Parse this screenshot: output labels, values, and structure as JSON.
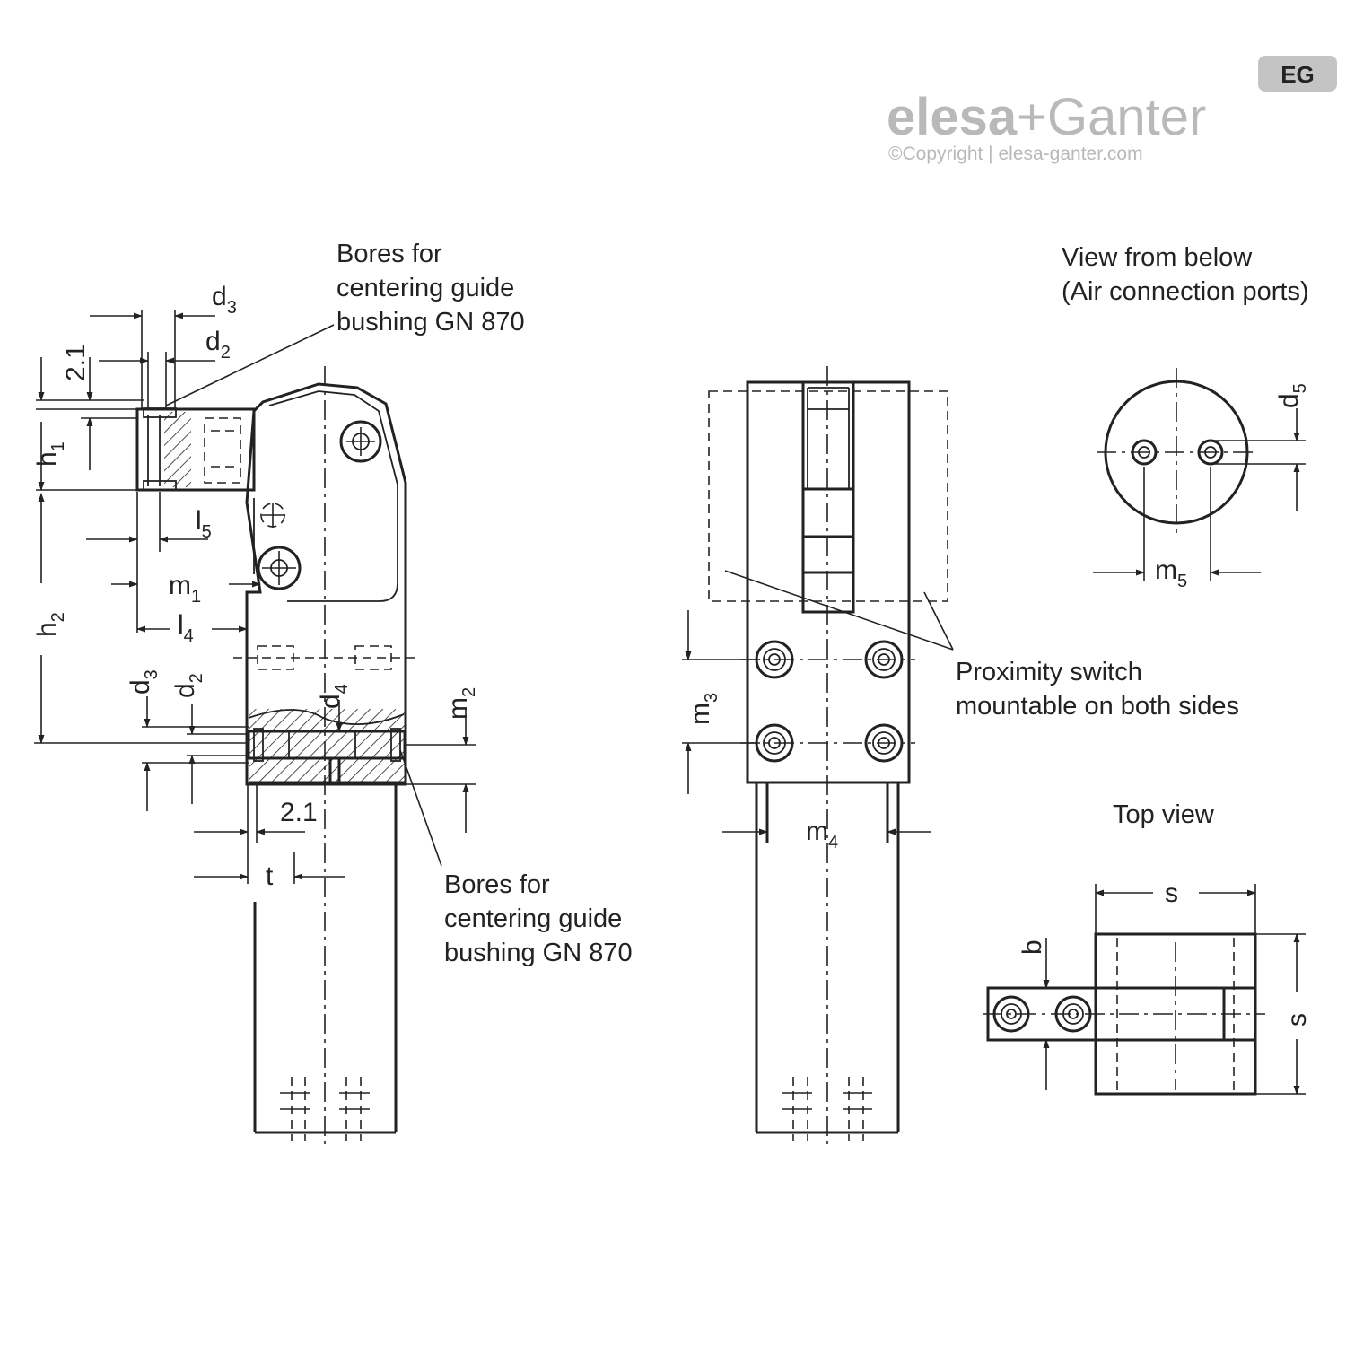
{
  "brand": {
    "badge": "EG",
    "name_left": "elesa",
    "plus": "+",
    "name_right": "Ganter",
    "copyright": "©Copyright | elesa-ganter.com"
  },
  "notes": {
    "bores_top": [
      "Bores for",
      "centering guide",
      "bushing GN 870"
    ],
    "bores_bottom": [
      "Bores for",
      "centering guide",
      "bushing GN 870"
    ],
    "view_below": [
      "View from below",
      "(Air connection ports)"
    ],
    "proximity": [
      "Proximity switch",
      "mountable on both sides"
    ],
    "top_view": "Top view"
  },
  "dims": {
    "d3_top": {
      "base": "d",
      "sub": "3"
    },
    "d2_top": {
      "base": "d",
      "sub": "2"
    },
    "v21": "2.1",
    "h1": {
      "base": "h",
      "sub": "1"
    },
    "h2": {
      "base": "h",
      "sub": "2"
    },
    "l5": {
      "base": "l",
      "sub": "5"
    },
    "m1": {
      "base": "m",
      "sub": "1"
    },
    "l4": {
      "base": "l",
      "sub": "4"
    },
    "d3_low": {
      "base": "d",
      "sub": "3"
    },
    "d2_low": {
      "base": "d",
      "sub": "2"
    },
    "d4": {
      "base": "d",
      "sub": "4"
    },
    "m2": {
      "base": "m",
      "sub": "2"
    },
    "h21": "2.1",
    "t": "t",
    "m3": {
      "base": "m",
      "sub": "3"
    },
    "m4": {
      "base": "m",
      "sub": "4"
    },
    "d5": {
      "base": "d",
      "sub": "5"
    },
    "m5": {
      "base": "m",
      "sub": "5"
    },
    "s_top": "s",
    "s_side": "s",
    "b": "b"
  }
}
